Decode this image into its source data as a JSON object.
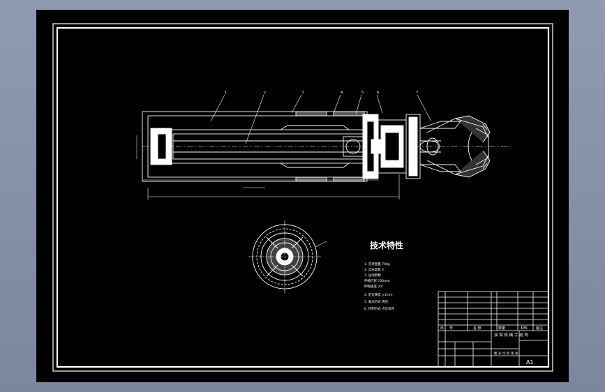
{
  "drawing": {
    "title_note": "技术特性",
    "specs": [
      "1. 夹持重量  700g",
      "2. 自由度数  4",
      "3. 运动参数",
      "   伸缩行程  700mm",
      "   伸缩速度  30°",
      "4. 定位精度  ±1mm",
      "5. 驱动方式  液压",
      "6. 控制方式  点位程序"
    ],
    "part_balloons": [
      "1",
      "2",
      "3",
      "4",
      "5",
      "6",
      "7"
    ],
    "title_block": {
      "header": [
        "序",
        "号",
        "名 称",
        "数量",
        "材料",
        "备注"
      ],
      "product_name": "双 臂 机 械 手 结 构",
      "company_cells": [
        "图 号",
        "比 例",
        "第 张"
      ],
      "sheet_size": "A1"
    }
  },
  "colors": {
    "background": "#000000",
    "line": "#ffffff",
    "frame_outer": "#8f9bb3"
  }
}
